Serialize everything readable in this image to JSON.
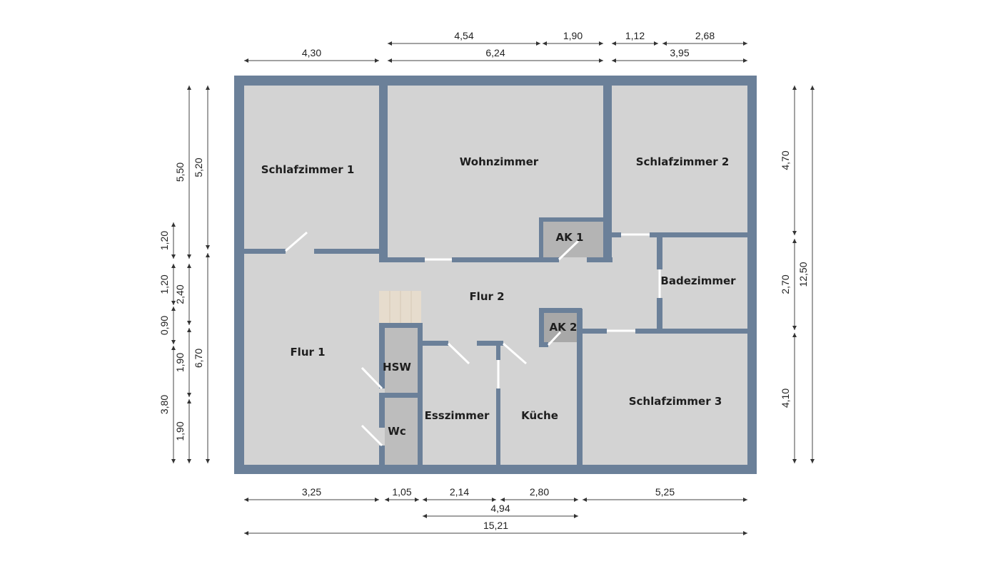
{
  "colors": {
    "wall": "#6b8099",
    "floor": "#d3d3d3",
    "storage": "#b4b4b4",
    "stairs": "#e6dccd"
  },
  "rooms": {
    "schlafzimmer1": "Schlafzimmer 1",
    "wohnzimmer": "Wohnzimmer",
    "schlafzimmer2": "Schlafzimmer 2",
    "ak1": "AK 1",
    "badezimmer": "Badezimmer",
    "flur2": "Flur 2",
    "ak2": "AK 2",
    "flur1": "Flur 1",
    "hsw": "HSW",
    "wc": "Wc",
    "esszimmer": "Esszimmer",
    "kueche": "Küche",
    "schlafzimmer3": "Schlafzimmer 3"
  },
  "dimensions": {
    "top": [
      "4,54",
      "1,90",
      "1,12",
      "2,68",
      "4,30",
      "6,24",
      "3,95"
    ],
    "left": [
      "1,20",
      "1,20",
      "0,90",
      "3,80",
      "5,50",
      "2,40",
      "1,90",
      "1,90",
      "5,20",
      "6,70"
    ],
    "right": [
      "4,70",
      "2,70",
      "4,10",
      "12,50"
    ],
    "bottom": [
      "3,25",
      "1,05",
      "2,14",
      "2,80",
      "5,25",
      "4,94",
      "15,21"
    ]
  }
}
